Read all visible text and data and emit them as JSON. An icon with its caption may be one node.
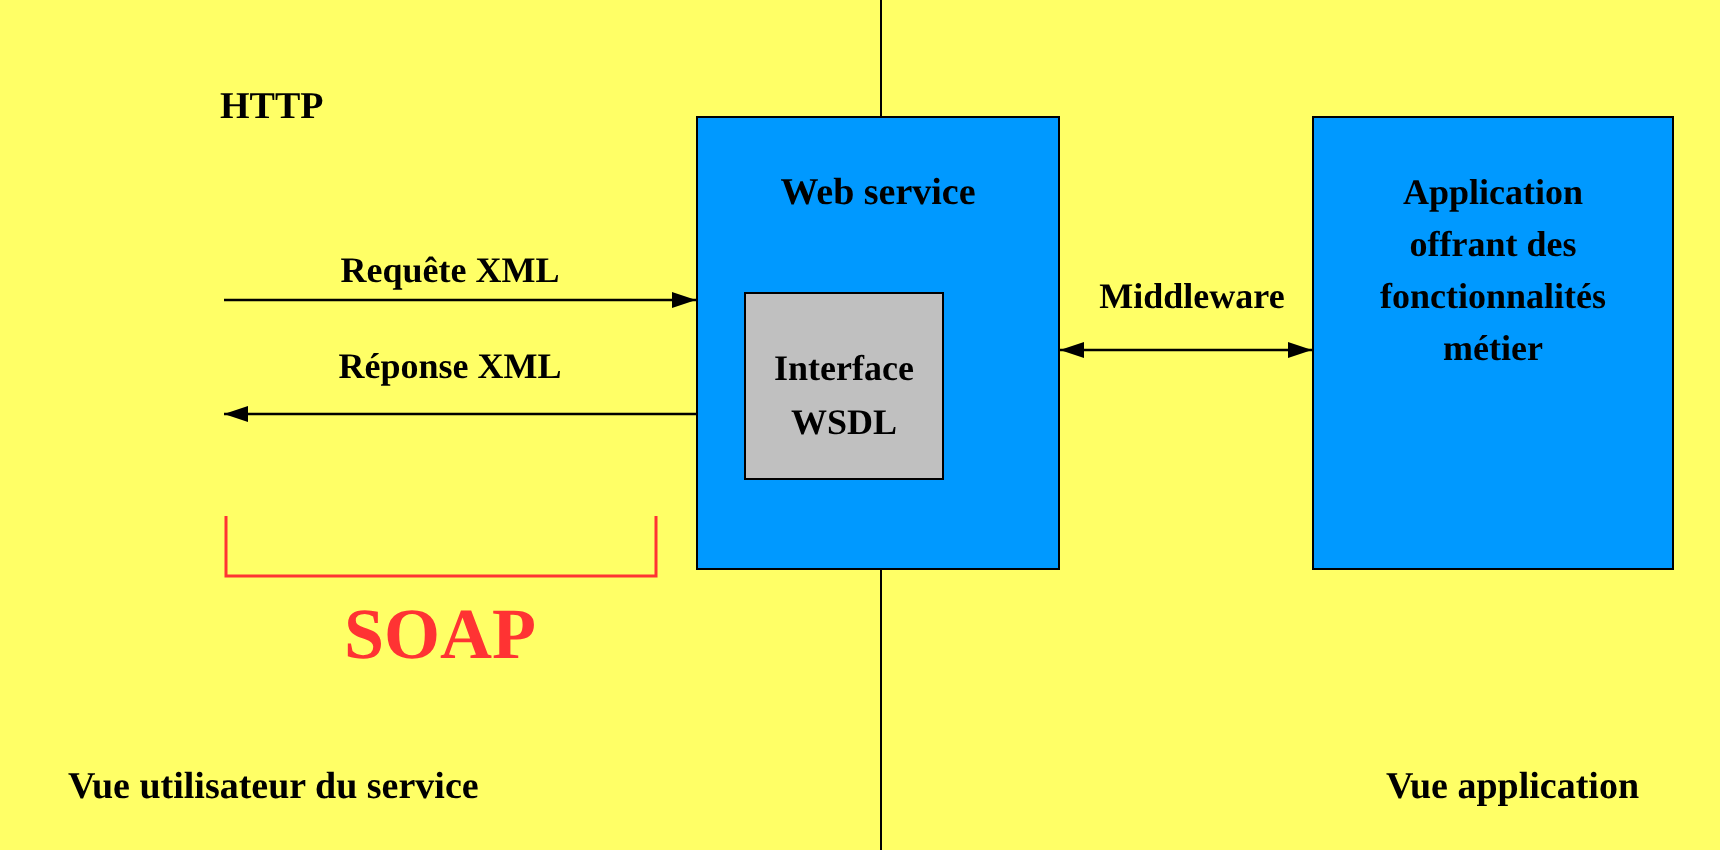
{
  "diagram": {
    "nodes": [
      {
        "text": [
          "Web service"
        ]
      },
      {
        "text": [
          "Interface WSDL"
        ],
        "in": 0
      },
      {
        "text": [
          "Application offrant des fonctionnalités métier"
        ]
      }
    ],
    "edges": [
      {
        "from": null,
        "to": 0,
        "arrow": "to",
        "label": "Requête XML"
      },
      {
        "from": 0,
        "to": null,
        "arrow": "to",
        "label": "Réponse XML"
      },
      {
        "from": 0,
        "to": 2,
        "arrow": "both",
        "label": "Middleware"
      }
    ],
    "labels": [
      "HTTP",
      "SOAP",
      "Vue utilisateur du service",
      "Vue application"
    ]
  }
}
